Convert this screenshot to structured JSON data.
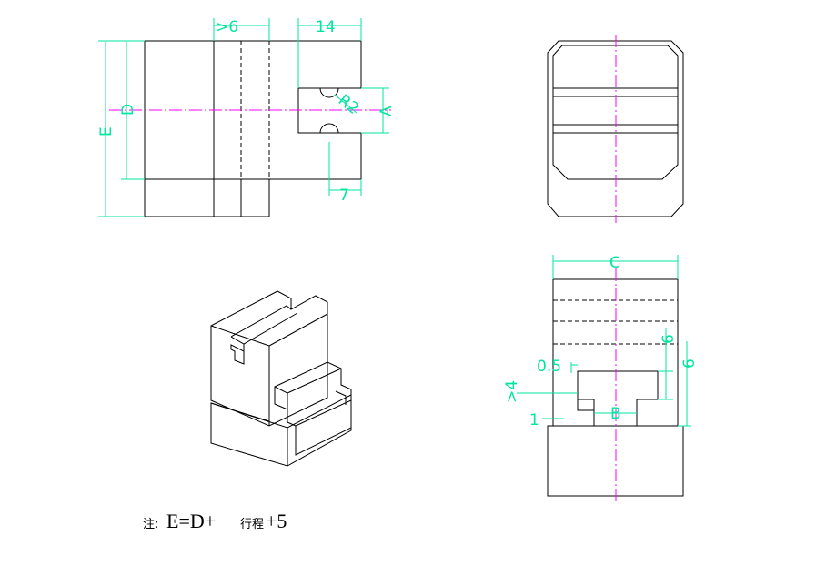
{
  "dimensions": {
    "top_min6": ">6",
    "top_14": "14",
    "left_E": "E",
    "left_D": "D",
    "radius": "R2",
    "right_A": "A",
    "bottom_7": "7",
    "top_C": "C",
    "right_6a": "6",
    "right_6b": "6",
    "offset_05": "0.5",
    "min4": ">4",
    "gap_1": "1",
    "slot_B": "B"
  },
  "note": {
    "prefix": "注:",
    "formula_a": "E=D+",
    "formula_mid": "行程",
    "formula_b": "+5"
  },
  "colors": {
    "outline": "#000000",
    "centerline": "#ff00ff",
    "dimension": "#00e6a0"
  }
}
